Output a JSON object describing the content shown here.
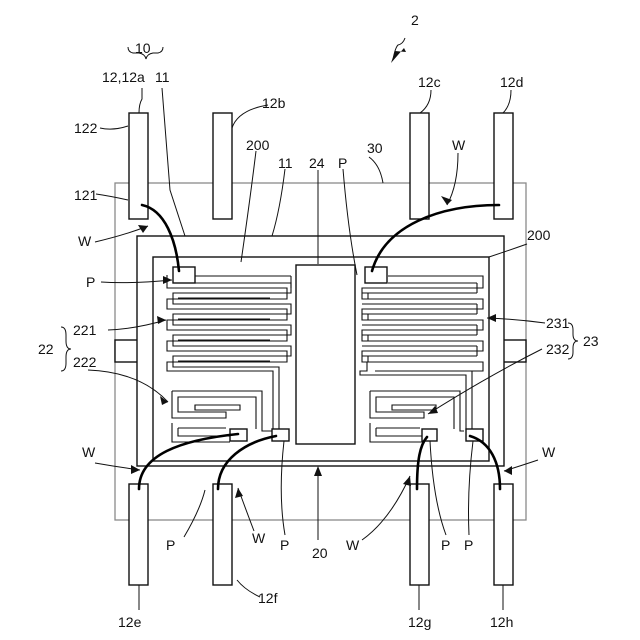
{
  "labels": {
    "fig": "2",
    "l10": "10",
    "l12": "12,12a",
    "l11top": "11",
    "l11mid": "11",
    "l12b": "12b",
    "l12c": "12c",
    "l12d": "12d",
    "l122": "122",
    "l121": "121",
    "l200left": "200",
    "l200right": "200",
    "l24": "24",
    "lPtop": "P",
    "l30": "30",
    "lWtopright": "W",
    "lWleft": "W",
    "lPleft": "P",
    "l22": "22",
    "l221": "221",
    "l222": "222",
    "l231": "231",
    "l232": "232",
    "l23": "23",
    "lWlowleft": "W",
    "lWlowright": "W",
    "lP1": "P",
    "lWbot1": "W",
    "lP2": "P",
    "l20": "20",
    "lWbot2": "W",
    "lP3": "P",
    "lP4": "P",
    "l12e": "12e",
    "l12f": "12f",
    "l12g": "12g",
    "l12h": "12h"
  }
}
